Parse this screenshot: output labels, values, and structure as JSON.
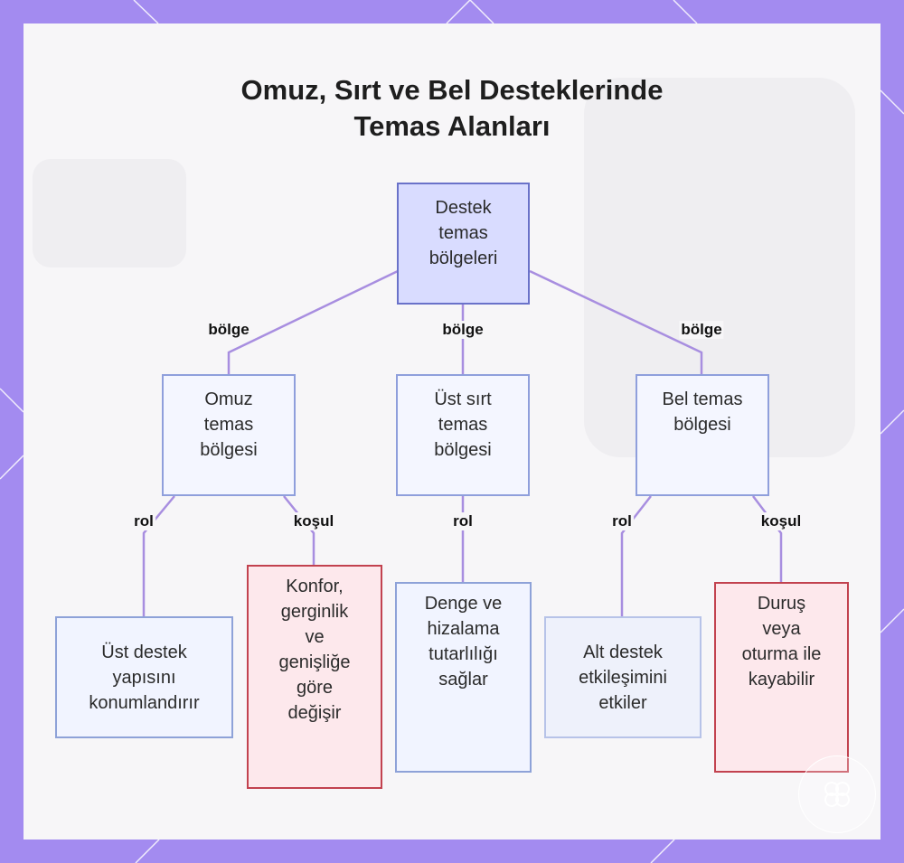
{
  "title": {
    "line1": "Omuz, Sırt ve Bel Desteklerinde",
    "line2": "Temas Alanları"
  },
  "nodes": {
    "root": [
      "Destek",
      "temas",
      "bölgeleri"
    ],
    "shoulder": [
      "Omuz",
      "temas",
      "bölgesi"
    ],
    "upper_back": [
      "Üst sırt",
      "temas",
      "bölgesi"
    ],
    "lower_back": [
      "Bel temas",
      "bölgesi"
    ],
    "shoulder_role": [
      "Üst destek",
      "yapısını",
      "konumlandırır"
    ],
    "shoulder_condition": [
      "Konfor,",
      "gerginlik",
      "ve",
      "genişliğe",
      "göre",
      "değişir"
    ],
    "upper_back_role": [
      "Denge ve",
      "hizalama",
      "tutarlılığı",
      "sağlar"
    ],
    "lower_back_role": [
      "Alt destek",
      "etkileşimini",
      "etkiler"
    ],
    "lower_back_condition": [
      "Duruş",
      "veya",
      "oturma ile",
      "kayabilir"
    ]
  },
  "edge_labels": {
    "bolge": "bölge",
    "rol": "rol",
    "kosul": "koşul"
  },
  "colors": {
    "frame": "#a38bf0",
    "edge": "#a88ee0",
    "root_fill": "#d9dcff",
    "alert_border": "#c2424f"
  }
}
